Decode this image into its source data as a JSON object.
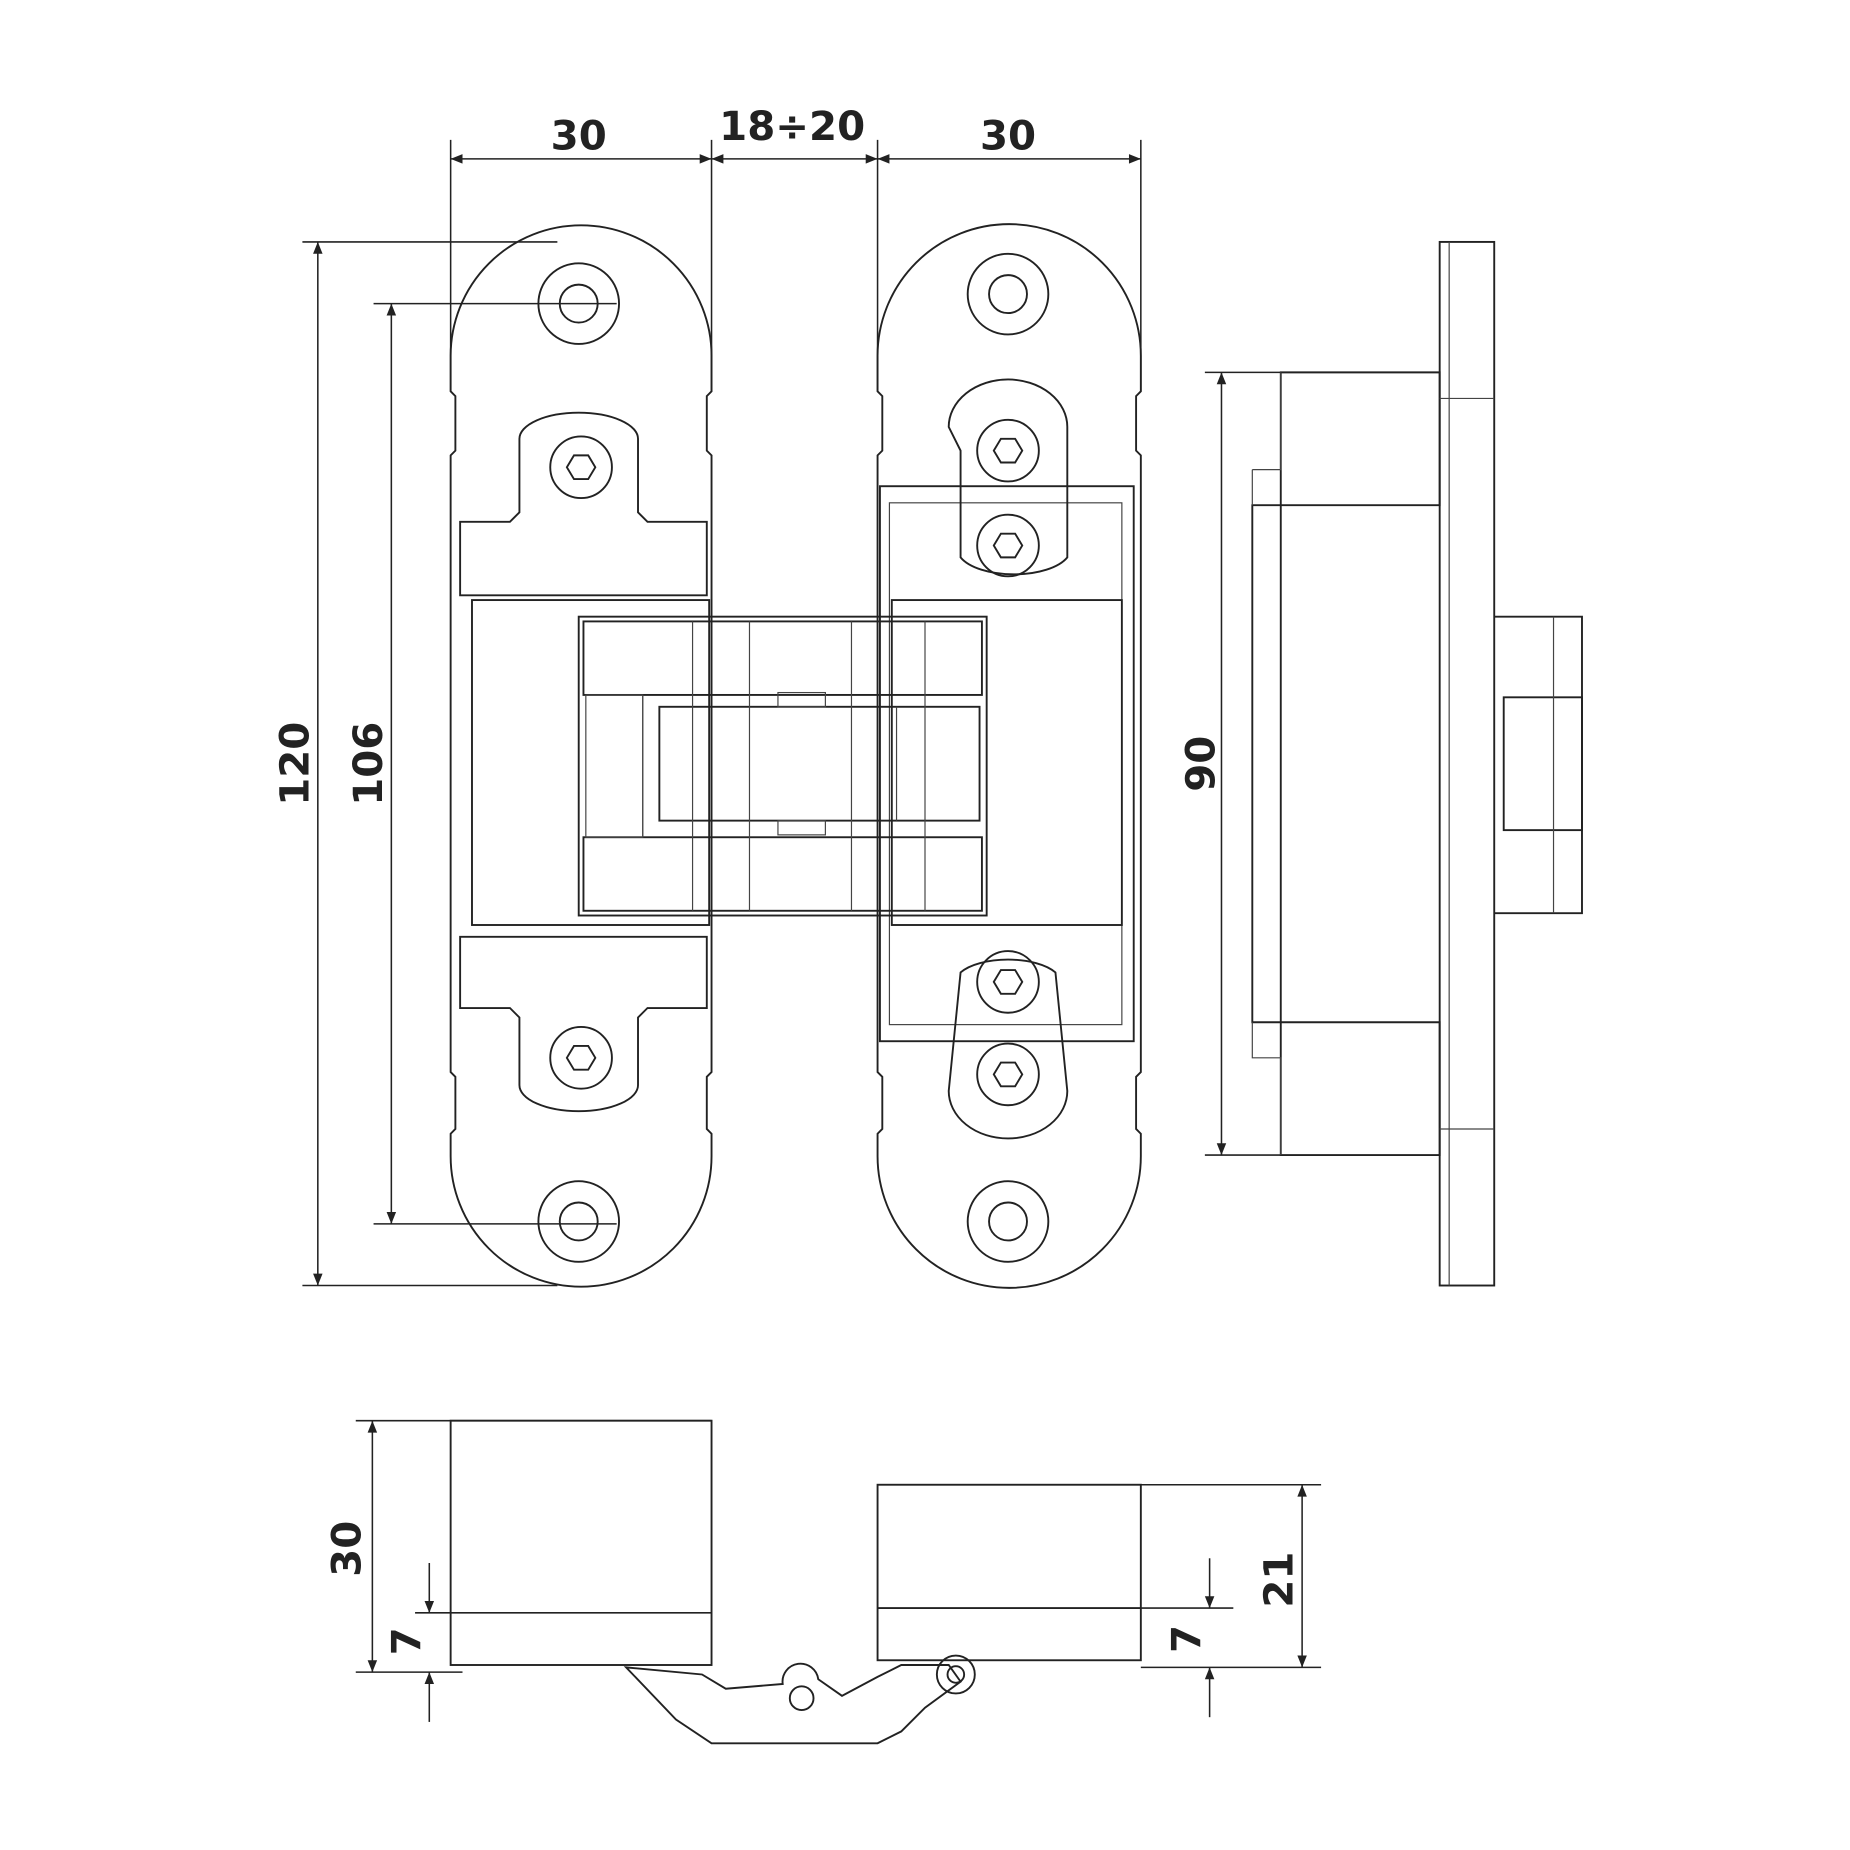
{
  "dimensions": {
    "leaf_width_left": "30",
    "gap": "18÷20",
    "leaf_width_right": "30",
    "total_height": "120",
    "hole_spacing": "106",
    "body_height": "90",
    "depth_left": "30",
    "offset_left": "7",
    "depth_right": "21",
    "offset_right": "7"
  },
  "colors": {
    "line": "#222222",
    "background": "#ffffff"
  }
}
